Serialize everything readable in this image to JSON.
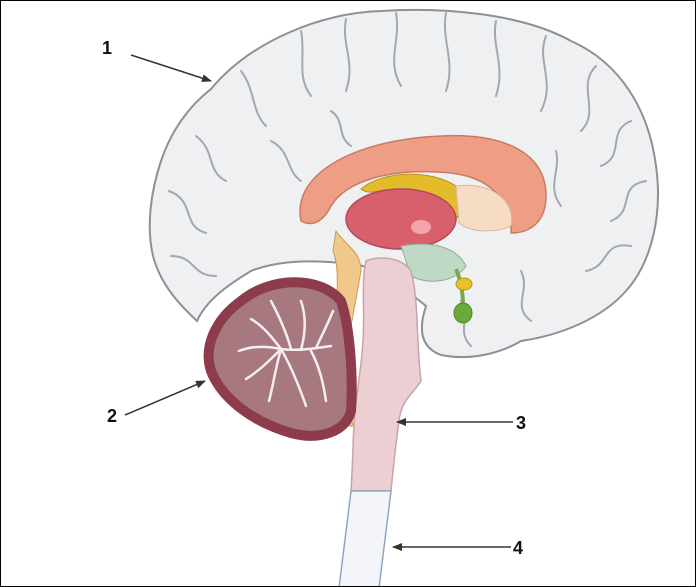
{
  "callouts": [
    {
      "number": "1"
    },
    {
      "number": "2"
    },
    {
      "number": "3"
    },
    {
      "number": "4"
    }
  ],
  "colors": {
    "cerebrum": "#eff0f2",
    "cerebrum_outline": "#8c9197",
    "corpus_callosum": "#ee9e84",
    "thalamus": "#d8606d",
    "fornix": "#e3bc2c",
    "cerebellum": "#a7787f",
    "cerebellum_cortex": "#8c3c4a",
    "brainstem": "#ebcfd2",
    "spinal_cord": "#f1f3f7",
    "pituitary": "#6aaa3b",
    "hypothalamus": "#c0d8c6",
    "arrow": "#333333",
    "label_text": "#111111"
  }
}
